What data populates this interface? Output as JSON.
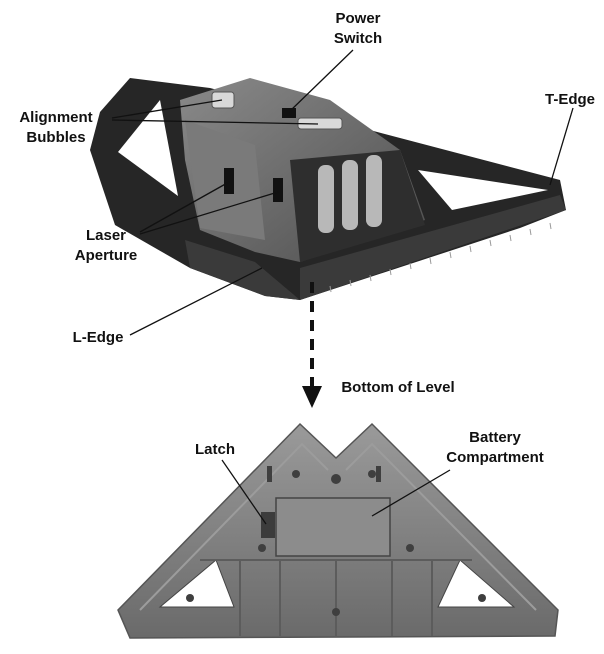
{
  "labels": {
    "power_switch": [
      "Power",
      "Switch"
    ],
    "alignment_bubbles": [
      "Alignment",
      "Bubbles"
    ],
    "t_edge": "T-Edge",
    "laser_aperture": [
      "Laser",
      "Aperture"
    ],
    "l_edge": "L-Edge",
    "bottom_of_level": "Bottom of Level",
    "latch": "Latch",
    "battery_compartment": [
      "Battery",
      "Compartment"
    ]
  },
  "colors": {
    "body_dark": "#2b2b2b",
    "body_mid": "#6e6e6e",
    "body_light": "#a9a9a9",
    "bottom_face": "#7d7d7d",
    "leader": "#111111"
  }
}
